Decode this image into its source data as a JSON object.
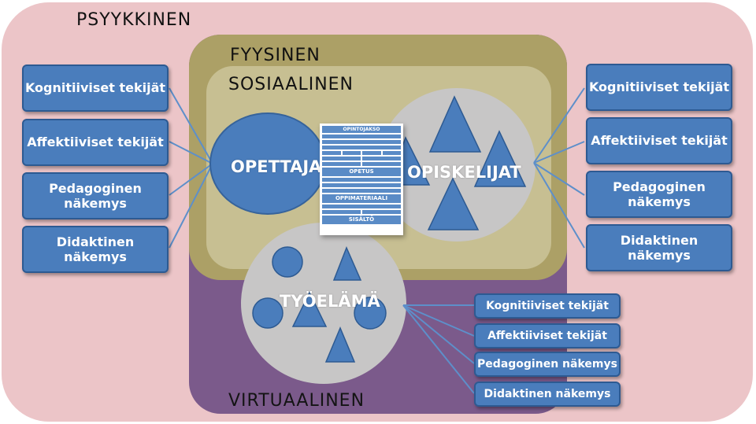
{
  "regions": {
    "psyykkinen": "PSYYKKINEN",
    "fyysinen": "FYYSINEN",
    "sosiaalinen": "SOSIAALINEN",
    "virtuaalinen": "VIRTUAALINEN"
  },
  "actors": {
    "opettaja": "OPETTAJA",
    "opiskelijat": "OPISKELIJAT",
    "tyoelama": "TYÖELÄMÄ"
  },
  "left_boxes": [
    {
      "label": "Kognitiiviset tekijät"
    },
    {
      "label": "Affektiiviset tekijät"
    },
    {
      "label": "Pedagoginen näkemys"
    },
    {
      "label": "Didaktinen näkemys"
    }
  ],
  "right_boxes": [
    {
      "label": "Kognitiiviset tekijät"
    },
    {
      "label": "Affektiiviset tekijät"
    },
    {
      "label": "Pedagoginen näkemys"
    },
    {
      "label": "Didaktinen näkemys"
    }
  ],
  "bottom_boxes": [
    {
      "label": "Kognitiiviset tekijät"
    },
    {
      "label": "Affektiiviset tekijät"
    },
    {
      "label": "Pedagoginen näkemys"
    },
    {
      "label": "Didaktinen näkemys"
    }
  ],
  "document": {
    "title": "OPINTOJAKSO",
    "opetus": "OPETUS",
    "oppimateriaali": "OPPIMATERIAALI",
    "sisalto": "SISÄLTÖ"
  },
  "colors": {
    "psyykkinen_bg": "#ecc5c8",
    "fyysinen_bg": "#aca066",
    "sosiaalinen_bg": "#c7bf92",
    "virtuaalinen_bg": "#7b5a8b",
    "shape_blue": "#4a7dbc",
    "grey_circle": "#c7c6c6"
  }
}
